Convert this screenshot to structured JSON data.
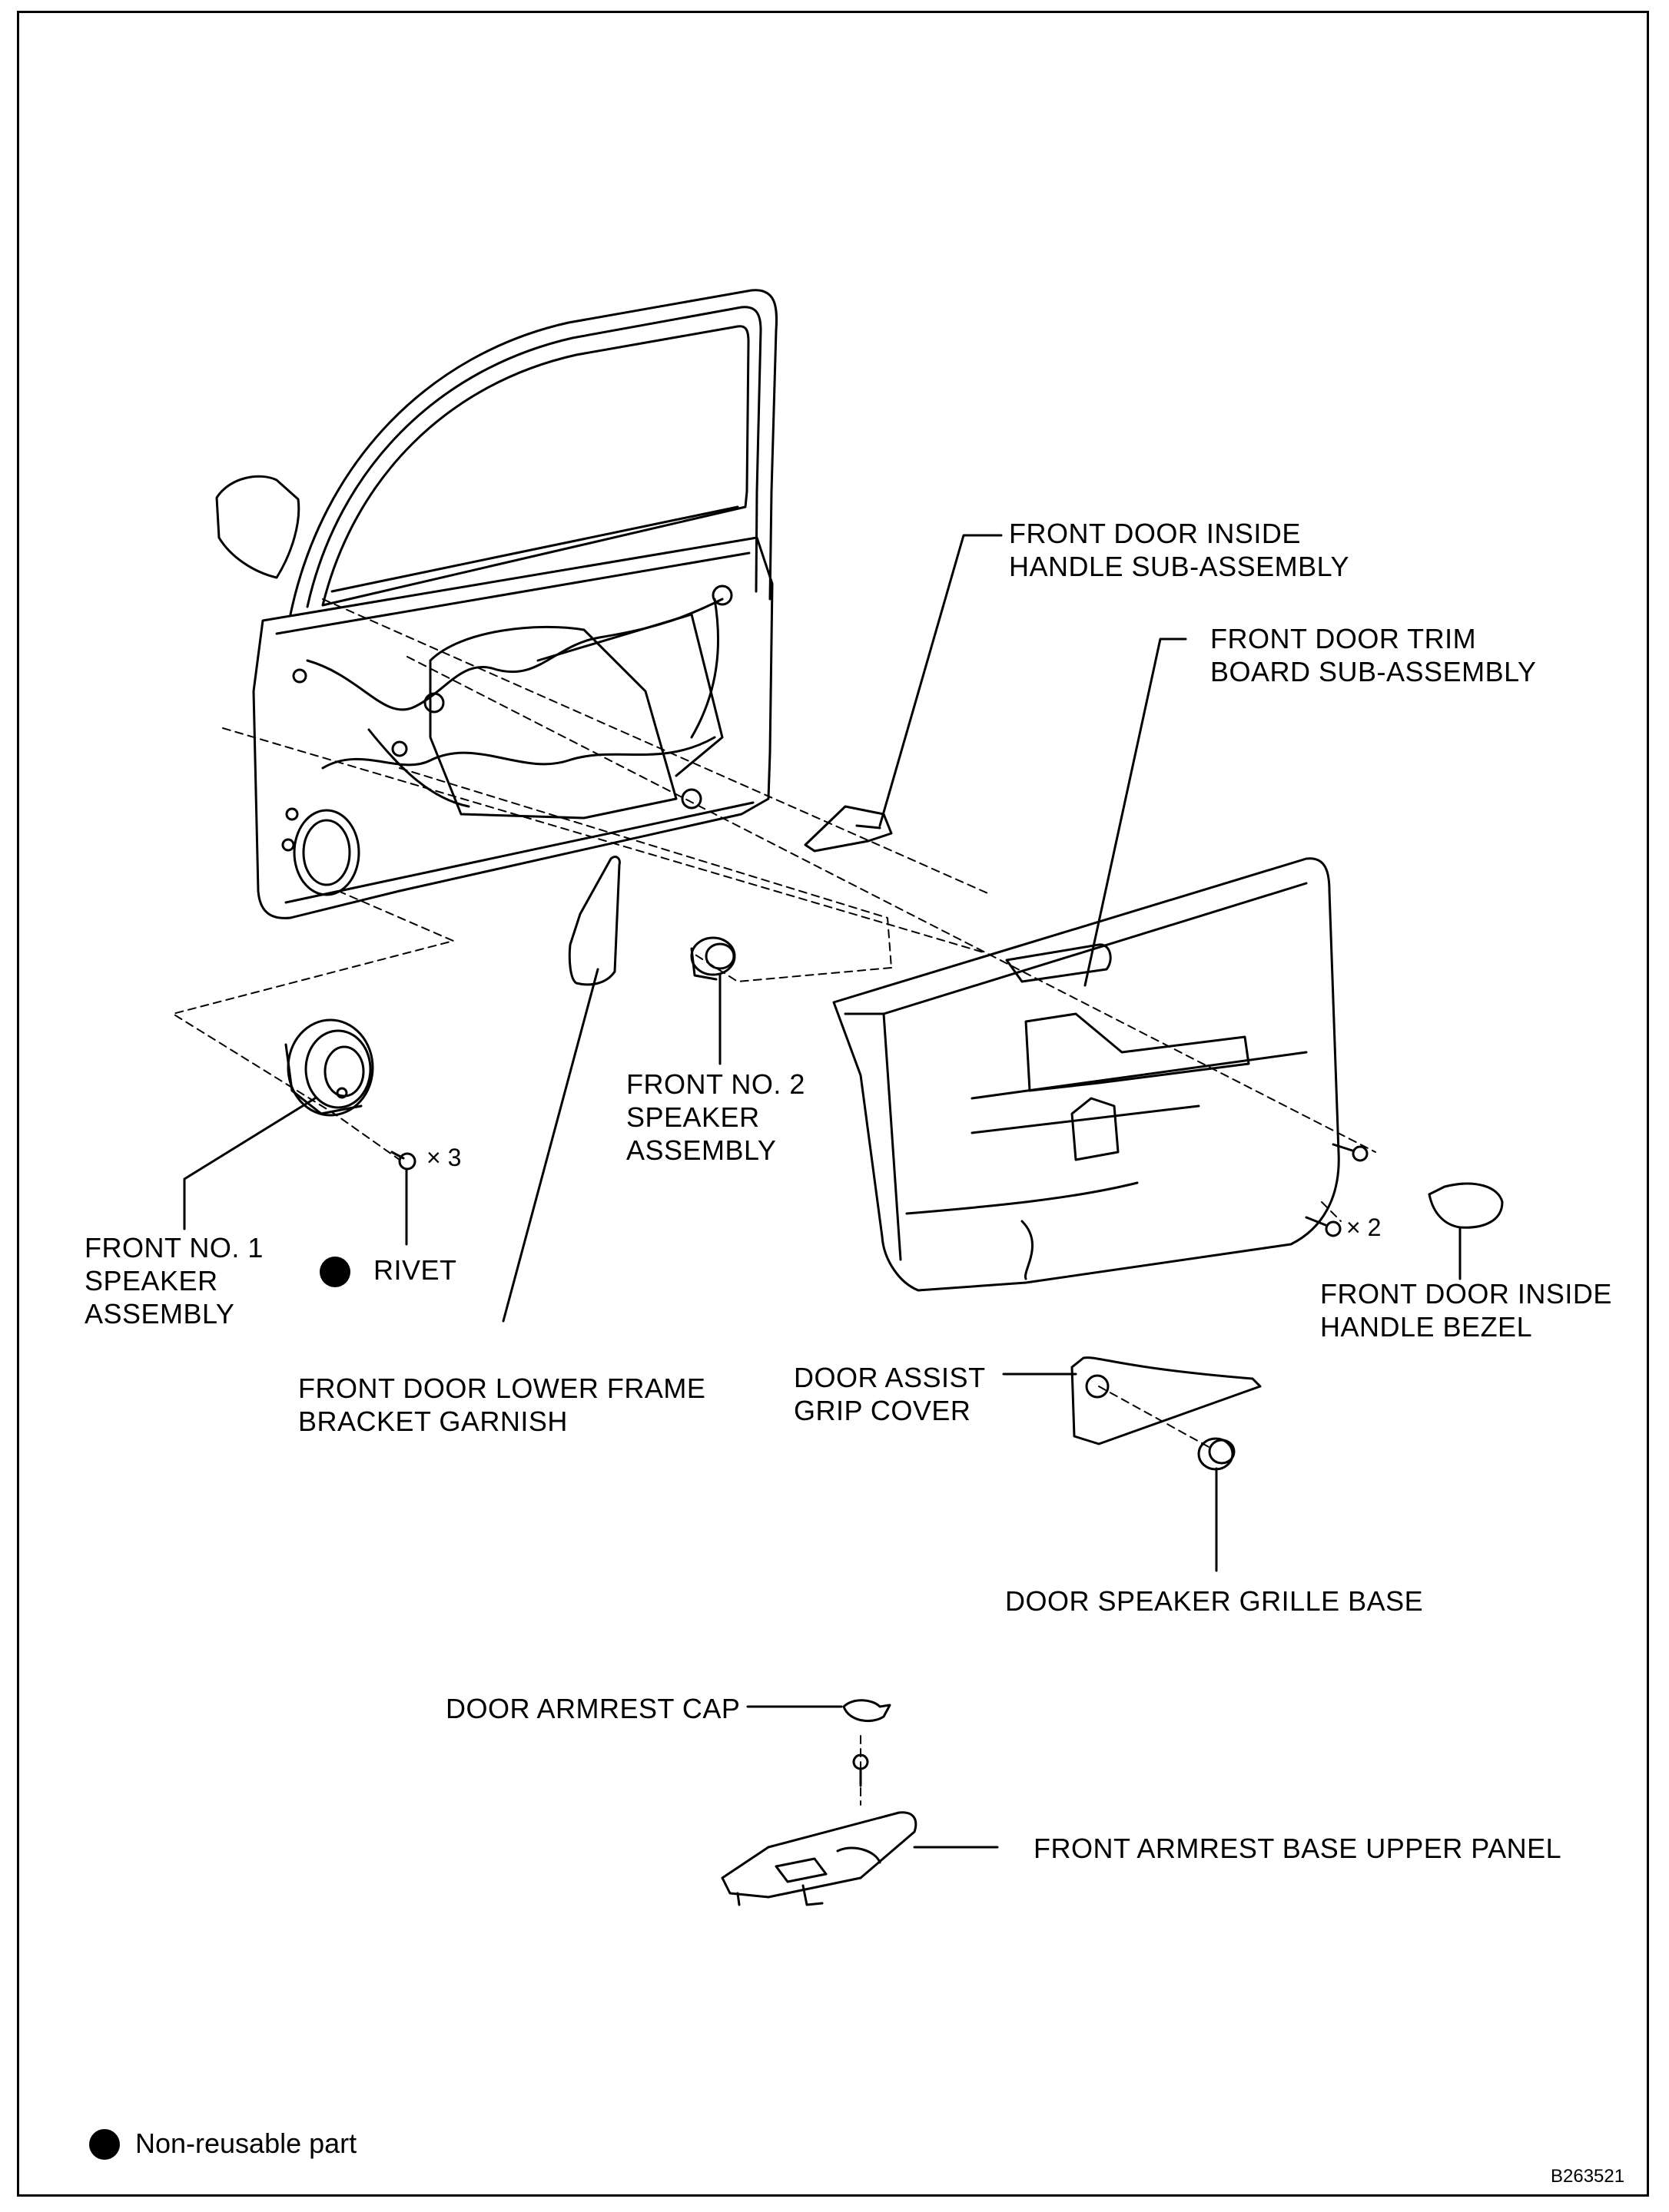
{
  "labels": {
    "inside_handle": [
      "FRONT DOOR INSIDE",
      "HANDLE SUB-ASSEMBLY"
    ],
    "trim_board": [
      "FRONT DOOR TRIM",
      "BOARD SUB-ASSEMBLY"
    ],
    "no2_speaker": [
      "FRONT NO. 2",
      "SPEAKER",
      "ASSEMBLY"
    ],
    "no1_speaker": [
      "FRONT NO. 1",
      "SPEAKER",
      "ASSEMBLY"
    ],
    "rivet": "RIVET",
    "lower_frame_garnish": [
      "FRONT DOOR LOWER FRAME",
      "BRACKET GARNISH"
    ],
    "handle_bezel": [
      "FRONT DOOR INSIDE",
      "HANDLE BEZEL"
    ],
    "assist_grip_cover": [
      "DOOR ASSIST",
      "GRIP COVER"
    ],
    "grille_base": "DOOR SPEAKER GRILLE BASE",
    "armrest_cap": "DOOR ARMREST CAP",
    "armrest_panel": "FRONT ARMREST BASE UPPER PANEL"
  },
  "quantities": {
    "rivet_qty": "× 3",
    "screw_qty": "× 2"
  },
  "legend": {
    "non_reusable": "Non-reusable part"
  },
  "figure_id": "B263521"
}
